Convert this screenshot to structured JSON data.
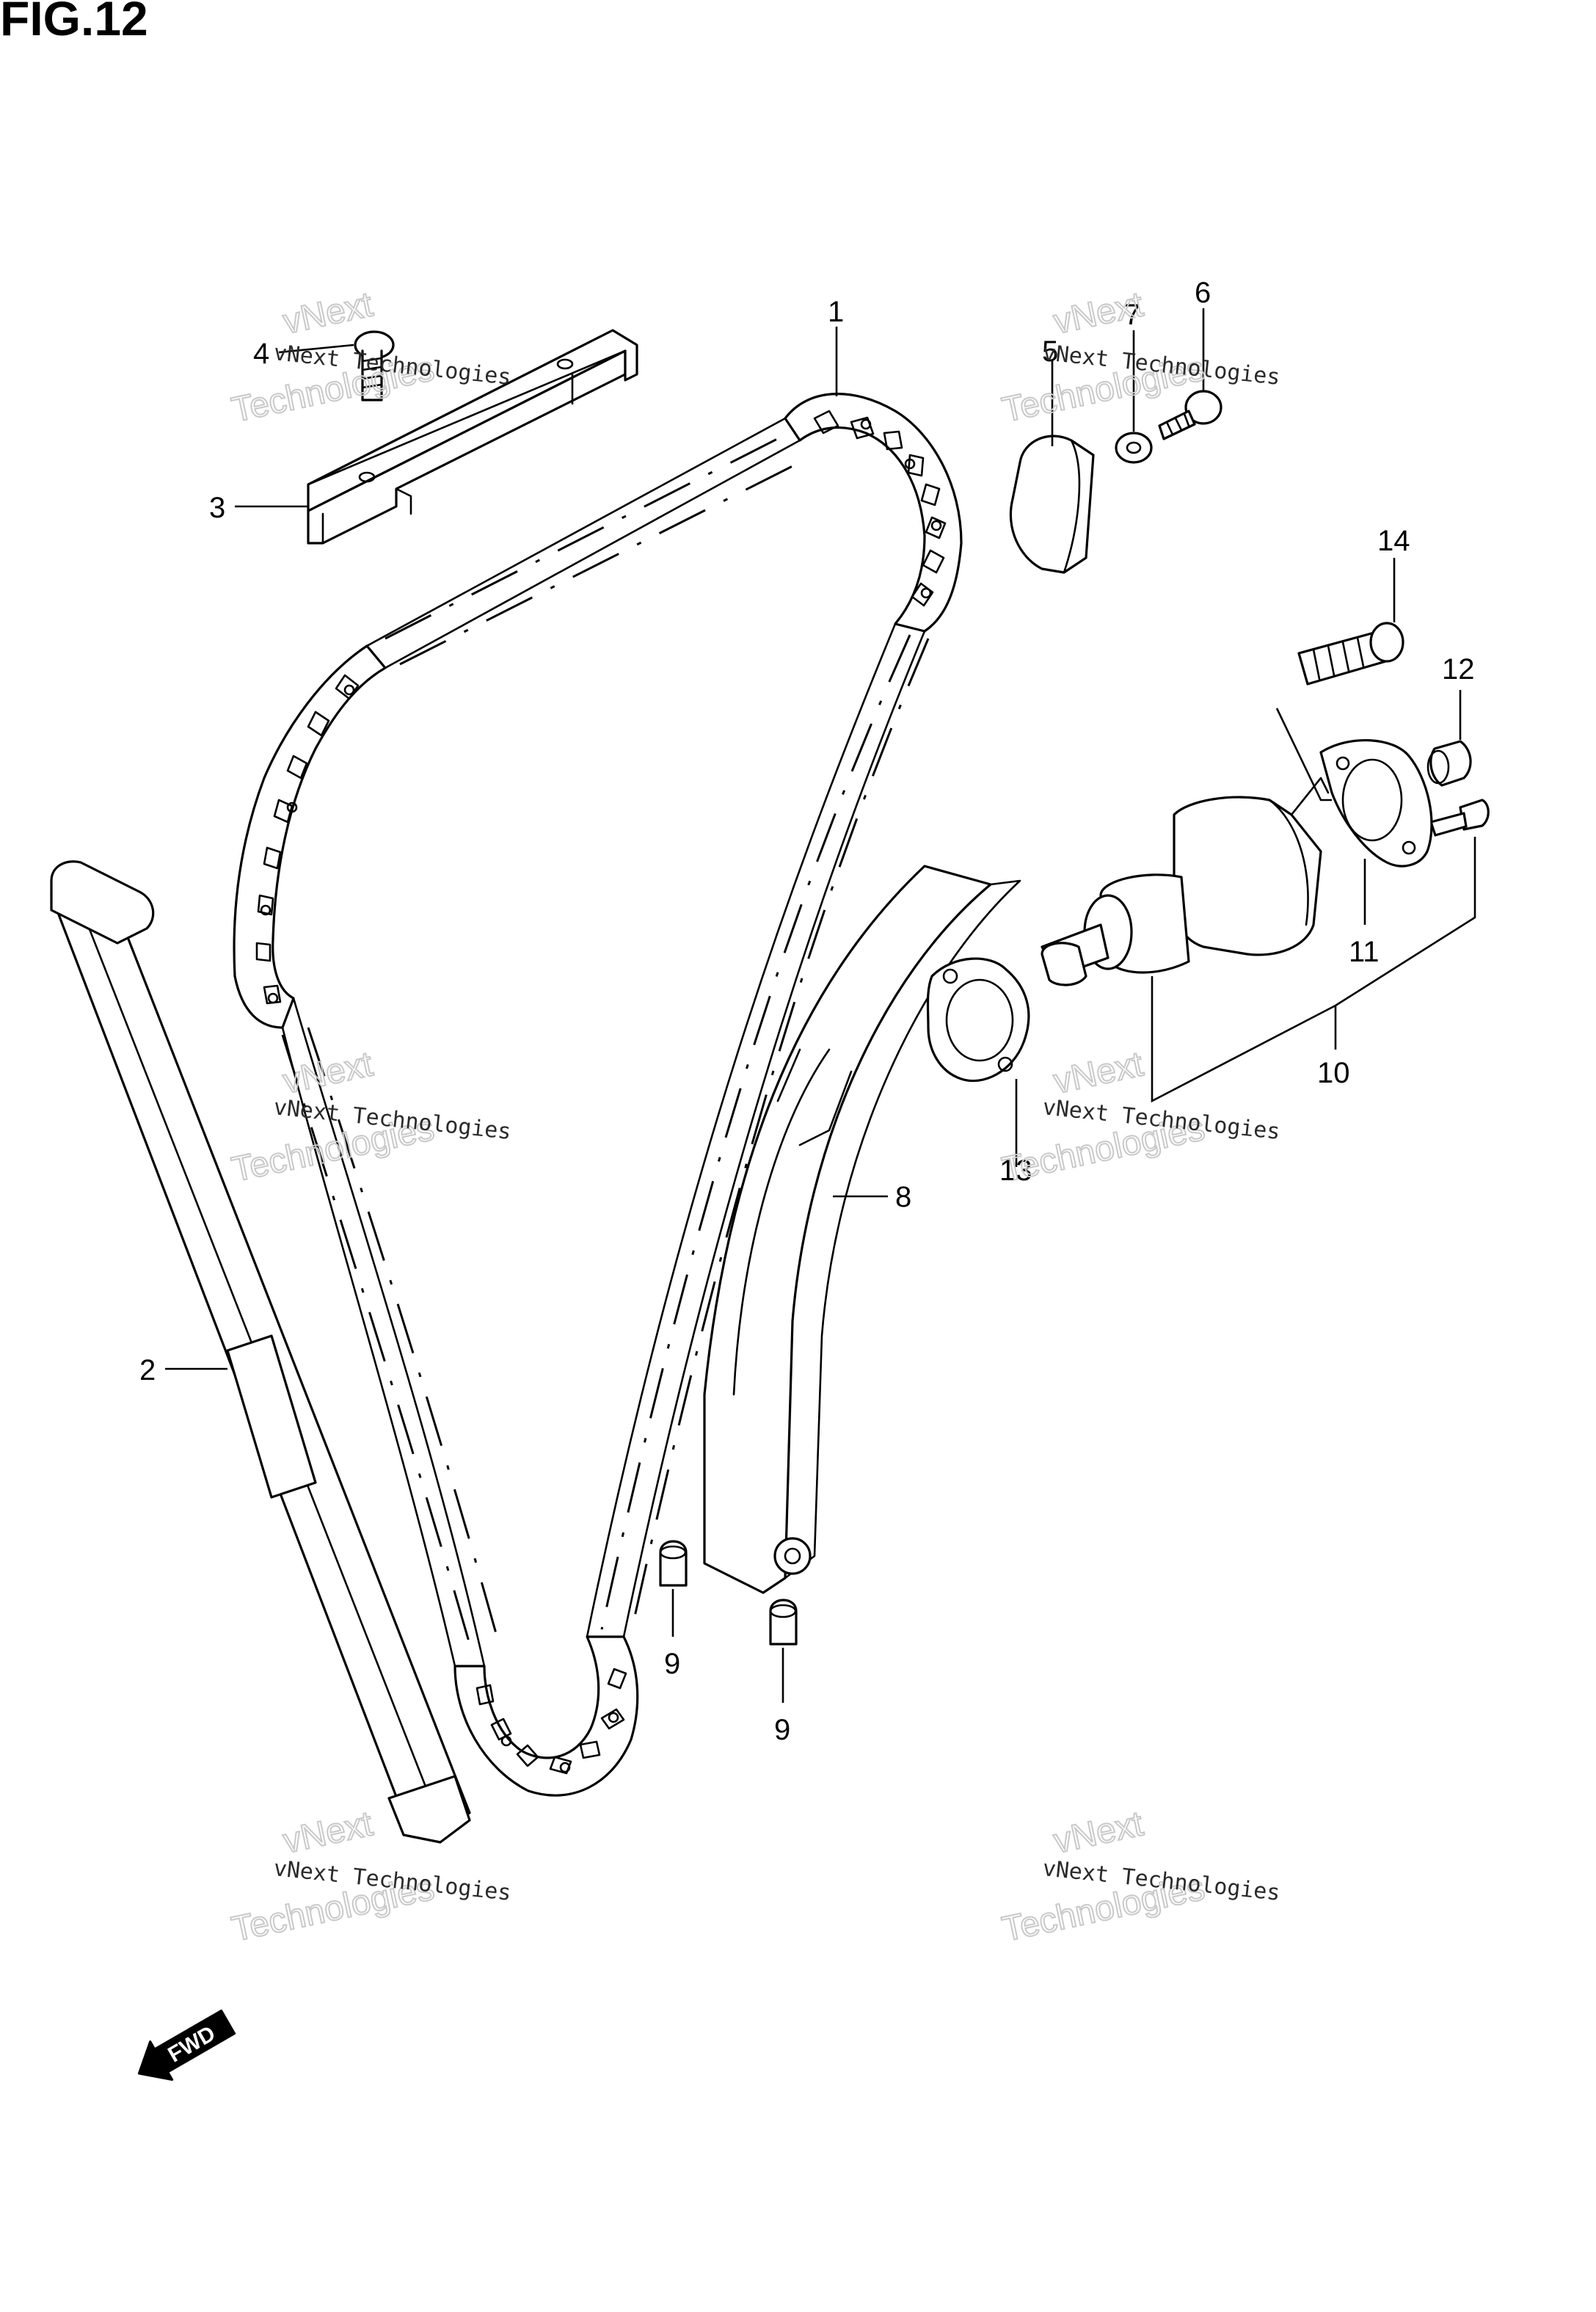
{
  "figure": {
    "title": "FIG.12"
  },
  "callouts": [
    {
      "id": "c1",
      "label": "1"
    },
    {
      "id": "c2",
      "label": "2"
    },
    {
      "id": "c3",
      "label": "3"
    },
    {
      "id": "c4",
      "label": "4"
    },
    {
      "id": "c5",
      "label": "5"
    },
    {
      "id": "c6",
      "label": "6"
    },
    {
      "id": "c7",
      "label": "7"
    },
    {
      "id": "c8",
      "label": "8"
    },
    {
      "id": "c9a",
      "label": "9"
    },
    {
      "id": "c9b",
      "label": "9"
    },
    {
      "id": "c10",
      "label": "10"
    },
    {
      "id": "c11",
      "label": "11"
    },
    {
      "id": "c12",
      "label": "12"
    },
    {
      "id": "c13",
      "label": "13"
    },
    {
      "id": "c14",
      "label": "14"
    }
  ],
  "watermark": {
    "line1": "vNext Technologies",
    "line2": "vNext",
    "line3": "Technologies"
  },
  "direction_badge": {
    "label": "FWD"
  }
}
